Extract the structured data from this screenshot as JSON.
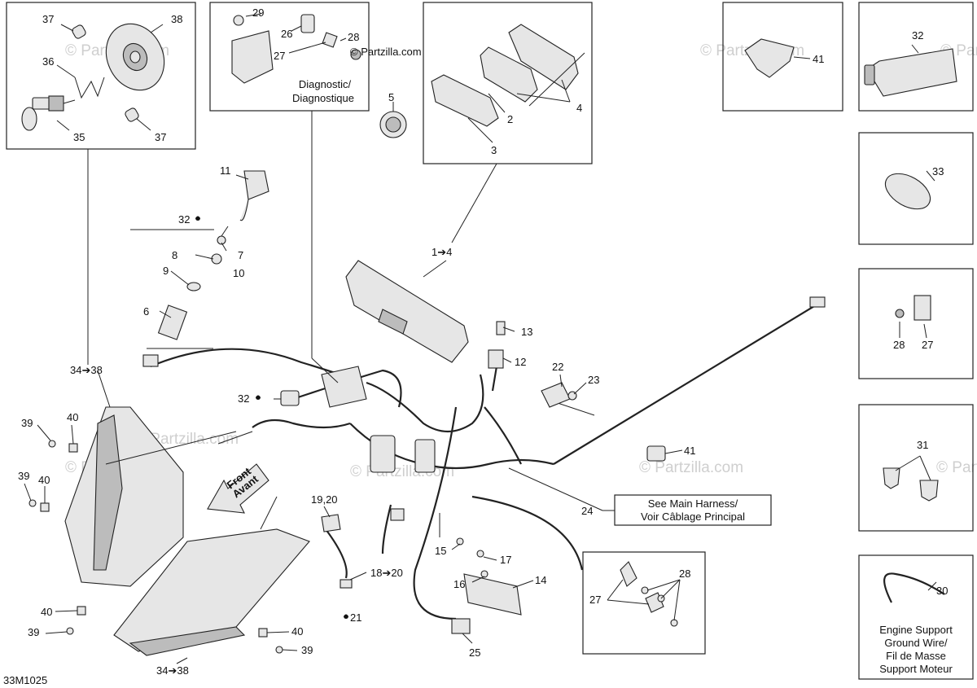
{
  "watermark": {
    "brand": "Partzilla.com",
    "copyright_brand": "© Partzilla.com",
    "repeat": "© Partzilla.com"
  },
  "diagram_code": "33M1025",
  "notes": {
    "diagnostic_line1": "Diagnostic/",
    "diagnostic_line2": "Diagnostique",
    "front_line1": "Front",
    "front_line2": "Avant",
    "harness_line1": "See Main Harness/",
    "harness_line2": "Voir Câblage Principal",
    "ground_line1": "Engine Support",
    "ground_line2": "Ground Wire/",
    "ground_line3": "Fil de Masse",
    "ground_line4": "Support Moteur"
  },
  "callouts": {
    "c37a": "37",
    "c38a": "38",
    "c36": "36",
    "c35": "35",
    "c37b": "37",
    "c29": "29",
    "c26": "26",
    "c28a": "28",
    "c27a": "27",
    "c5": "5",
    "c2": "2",
    "c3": "3",
    "c4": "4",
    "c41a": "41",
    "c32a": "32",
    "c33": "33",
    "c28b": "28",
    "c27b": "27",
    "c31": "31",
    "c30": "30",
    "c11": "11",
    "c32b": "32",
    "c7": "7",
    "c8": "8",
    "c10": "10",
    "c9": "9",
    "c6": "6",
    "c1to4": "1➔4",
    "c13": "13",
    "c12": "12",
    "c22": "22",
    "c23": "23",
    "c34a": "34➔38",
    "c32c": "32",
    "c39a": "39",
    "c40a": "40",
    "c39b": "39",
    "c40b": "40",
    "c40c": "40",
    "c39c": "39",
    "c40d": "40",
    "c39d": "39",
    "c34b": "34➔38",
    "c1920": "19,20",
    "c1820": "18➔20",
    "c21": "21",
    "c41b": "41",
    "c24": "24",
    "c15": "15",
    "c17": "17",
    "c16": "16",
    "c14": "14",
    "c25": "25",
    "c27c": "27",
    "c28c": "28"
  }
}
